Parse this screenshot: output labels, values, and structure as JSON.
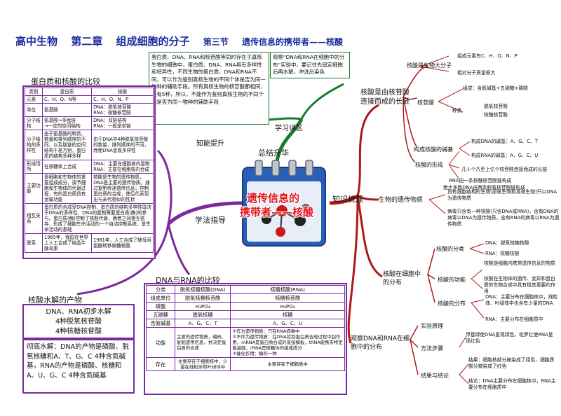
{
  "header": {
    "course": "高中生物",
    "chapter": "第二章",
    "chapter_title": "组成细胞的分子",
    "section": "第三节",
    "section_title": "遗传信息的携带者——核酸"
  },
  "center": {
    "line1": "遗传信息的",
    "line2": "携带者——核酸"
  },
  "branches": {
    "summary": "总结升华",
    "ability": "知能提升",
    "misconception": "学习误区",
    "method": "学法指导",
    "knowledge": "知识梳理"
  },
  "notes": {
    "ability_text": "蛋白质、DNA、RNA和核苷酸等同时存在于真核生物的细胞中，蛋白质、DNA、RNA具有多样性和特异性，不同生物的蛋白质、DNA和RNA不同，可以作为鉴别真核生物的不同个体是否为同一物种的辅助手段。所有真核生物的核苷酸都相同，只有5种，所以，不能作为鉴别真核生物的不同个体是否为同一物种的辅助手段",
    "misconception_text": "观察“DNA和RNA在细胞中的分布”实验中，要记住先固定细胞后再水解，冲洗后染色"
  },
  "protein_table": {
    "title": "蛋白质和核酸的比较",
    "headers": [
      "类别",
      "蛋白质",
      "核酸"
    ],
    "rows": [
      [
        "元素",
        "C、H、O、N等",
        "C、H、O、N、P"
      ],
      [
        "单位",
        "氨基酸",
        "DNA：脱氧核苷酸\nRNA：核糖核苷酸"
      ],
      [
        "分子结构",
        "氨基酸→多肽链\n→一定的空间结构",
        "DNA：双链结构\nRNA：一般是单链"
      ],
      [
        "分子结构的多样性",
        "由于氨基酸的种类、数量和排列顺序的不同，以及肽链的空间结构千差万别，蛋白质的结构多种多样",
        "由于DNA中4种脱氧核苷酸的数量、排列顺序的不同，而使DNA呈现多样性"
      ],
      [
        "形成场所",
        "在核糖体上合成",
        "DNA：主要在细胞核内复制\nRNA：主要在细胞核内合成"
      ],
      [
        "主要功能",
        "是细胞和生物体的重要组成成分，调节细胞和生物体的代谢过程，有的蛋白质具有运输功能",
        "核酸是生物的遗传物质，DNA是主要的遗传物质。通过复制传递遗传信息；控制蛋白质的合成，使后代表现出与亲代相似的性状"
      ],
      [
        "相互关系",
        "蛋白质的合成受DNA控制，蛋白质的结构多样性取决于DNA的多样性，DNA的复制需要蛋白质(酶)的参与。蛋白质(酶)控制了核酸代谢，两者之间相互依存，形成了细胞生命活动的一个自动控制系统，是生命活动的基础",
        ""
      ],
      [
        "联系",
        "1965年，我国在世界上人工合成了结晶牛胰岛素",
        "1981年，人工合成了酵母丙氨酸转移核糖核酸"
      ]
    ]
  },
  "hydrolysis": {
    "title": "核酸水解的产物",
    "partial_lines": [
      "DNA、RNA初步水解",
      "4种脱氧核苷酸",
      "4种核糖核苷酸"
    ],
    "complete_text": "彻底水解：DNA的产物是磷酸、脱氧核糖和A、T、G、C 4种含氮碱基，RNA的产物是磷酸、核糖和A、U、G、C 4种含氮碱基"
  },
  "dna_rna_table": {
    "title": "DNA与RNA的比较",
    "headers": [
      "分类",
      "脱氧核糖核酸(DNA)",
      "核糖核酸(RNA)"
    ],
    "rows": [
      [
        "组成单位",
        "脱氧核糖核苷酸",
        "核糖核苷酸"
      ],
      [
        "磷酸",
        "H₃PO₄",
        "H₃PO₄"
      ],
      [
        "五碳糖",
        "脱氧核糖",
        "核糖"
      ],
      [
        "含氮碱基",
        "A、G、C、T",
        "A、G、C、U"
      ],
      [
        "功能",
        "主要的遗传物质，编码、复制遗传信息，并决定蛋白质的合成",
        "①作为遗传物质：只在RNA病毒中\n②不作为遗传物质：在DNA控制蛋白质合成过程中起作用，mRNA是蛋白质合成的直接模板，tRNA能携带特定氨基酸，rRNA是核糖体的组成成分\n③催化作用：酶的一种"
      ],
      [
        "存在",
        "主要存在于细胞核中，少量在线粒体和叶绿体中",
        "主要存在于细胞质中"
      ]
    ]
  },
  "knowledge_tree": {
    "root1": "核酸是由核苷酸连接而成的长链",
    "small_molecule": "核酸是生物大分子",
    "elements": "组成元素有C、H、O、N、P",
    "monomer": "相对分子质量很大",
    "nucleotide": "核苷酸",
    "composition": "组成：含氮碱基+五碳糖+磷酸",
    "kinds": "种类",
    "deoxy": "脱氧核苷酸",
    "ribo": "核糖核苷酸",
    "bases": "构成核酸的碱基",
    "dna_bases": "构成DNA的碱基：A、G、C、T",
    "rna_bases": "构成RNA的碱基：A、G、C、U",
    "formation": "核酸的形成",
    "form1": "几十个乃至上亿个核苷酸连接而成的长链",
    "form2": "绝大多数DNA由两条脱氧核苷酸链构成",
    "form3": "RNA由一条核糖核苷酸链构成",
    "root2": "生物的遗传物质",
    "genetic1": "具有细胞结构的生物(原核生物和真核生物)只以DNA为遗传物质",
    "genetic2": "病毒只含有一种核酸(只含DNA或RNA)，含有DNA的病毒以DNA为遗传物质，含有RNA的病毒以RNA为遗传物质",
    "root3": "核酸在细胞中的分布",
    "category": "核酸的分类",
    "cat_dna": "DNA：脱氧核糖核酸",
    "cat_rna": "RNA：核糖核酸",
    "function": "核酸的功能",
    "func1": "核酸是细胞内携带遗传信息的物质",
    "func2": "核酸在生物体的遗传、变异和蛋白质的生物合成中具有极其重要的作用",
    "distribution": "核酸的分布",
    "dist_dna": "DNA：主要分布在细胞核中，线粒体、叶绿体中也含有少量的DNA",
    "dist_rna": "RNA：主要分布在细胞质中",
    "root4": "观察DNA和RNA在细胞中的分布",
    "principle": "实验原理",
    "principle_text": "甲基绿使DNA呈现绿色，吡罗红使RNA呈现红色",
    "steps": "方法步骤",
    "result": "结果与结论",
    "result1": "结果：细胞核部分被染成了绿色，细胞质部分被染成了红色",
    "result2": "结论：DNA主要分布在细胞核中，RNA主要分布在细胞质中"
  },
  "colors": {
    "title_blue": "#1a2a9a",
    "branch_green": "#1a7a2a",
    "branch_purple": "#7a2a9a",
    "branch_red": "#b01818",
    "center_red": "#d8141c"
  }
}
